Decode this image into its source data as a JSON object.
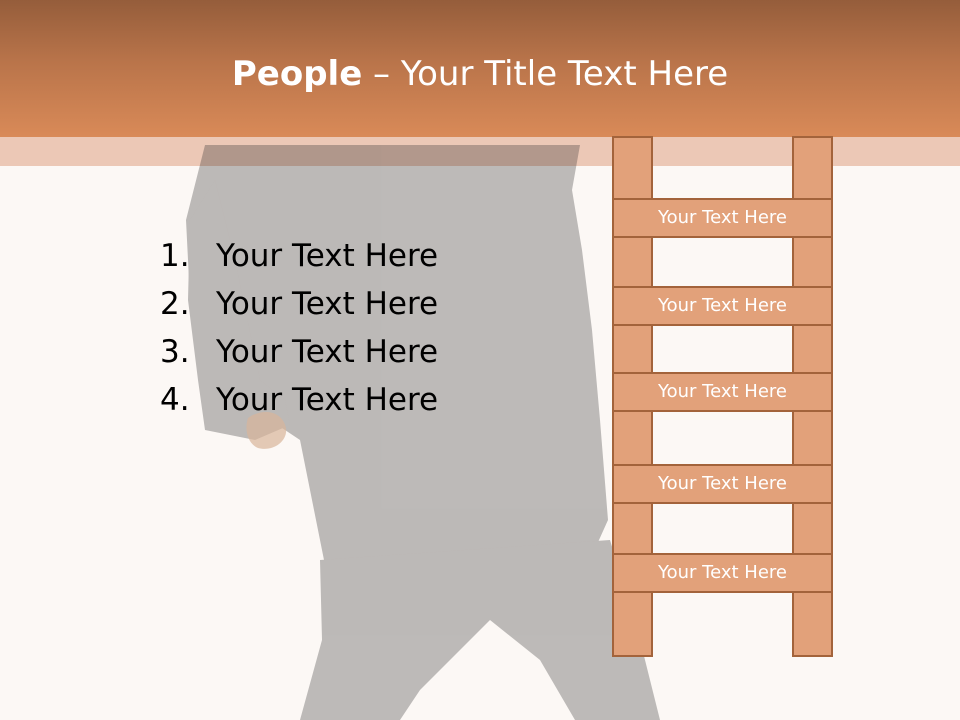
{
  "slide": {
    "title_bold": "People",
    "title_rest": " – Your Title Text Here"
  },
  "list": {
    "items": [
      {
        "number": "1.",
        "text": "Your Text Here"
      },
      {
        "number": "2.",
        "text": "Your Text Here"
      },
      {
        "number": "3.",
        "text": "Your Text Here"
      },
      {
        "number": "4.",
        "text": "Your Text Here"
      }
    ]
  },
  "ladder": {
    "rungs": [
      "Your Text Here",
      "Your Text Here",
      "Your Text Here",
      "Your Text Here",
      "Your Text Here"
    ]
  },
  "colors": {
    "header_top": "#955d3b",
    "header_bottom": "#d98a58",
    "ladder_fill": "#e2a17a",
    "ladder_border": "#a3633b",
    "background": "#fcf8f5"
  }
}
